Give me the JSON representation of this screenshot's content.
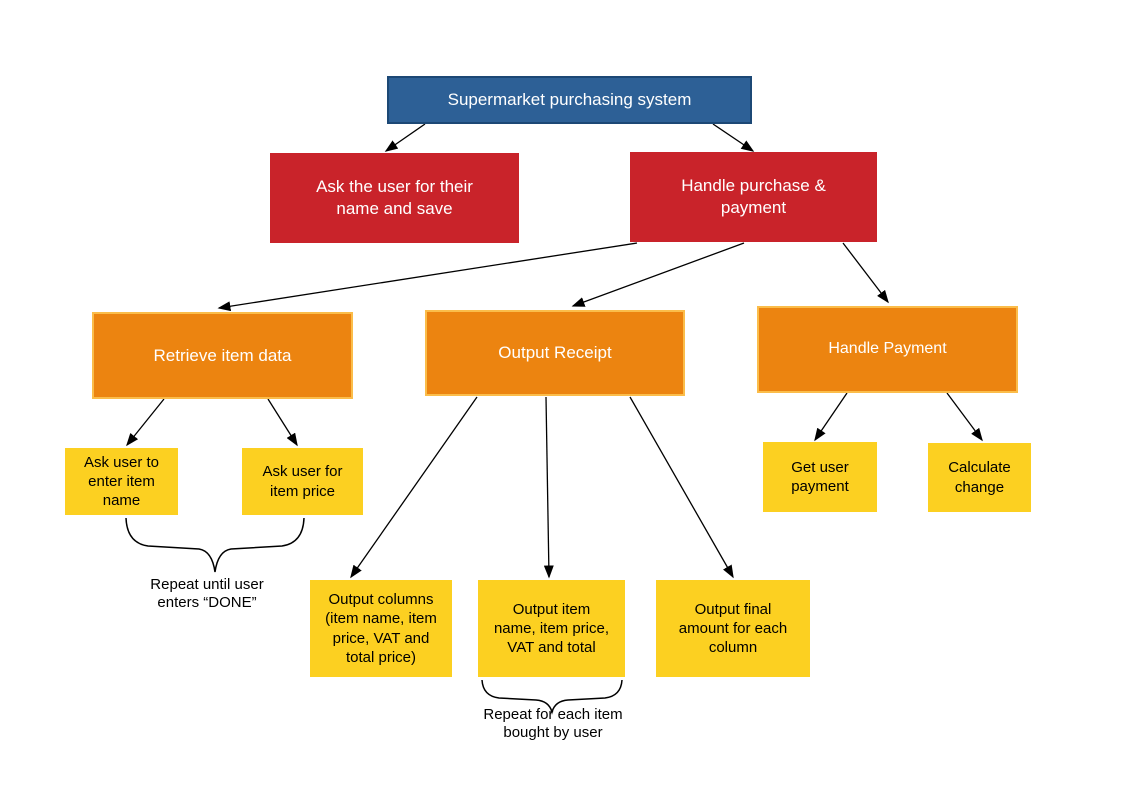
{
  "diagram": {
    "colors": {
      "root_fill": "#2d6096",
      "level1_fill": "#c9232a",
      "level2_fill": "#ec8410",
      "level2_border": "#fbbd4a",
      "level3_fill": "#fcd021",
      "edge": "#000000",
      "text_on_dark": "#ffffff",
      "text_on_yellow": "#000000"
    },
    "nodes": {
      "root": {
        "label": "Supermarket purchasing system"
      },
      "ask_name": {
        "label": "Ask the user for their\nname and save"
      },
      "handle_purchase": {
        "label": "Handle purchase &\npayment"
      },
      "retrieve_item_data": {
        "label": "Retrieve item data"
      },
      "output_receipt": {
        "label": "Output Receipt"
      },
      "handle_payment": {
        "label": "Handle Payment"
      },
      "ask_item_name": {
        "label": "Ask user to\nenter item\nname"
      },
      "ask_item_price": {
        "label": "Ask user for\nitem price"
      },
      "output_columns": {
        "label": "Output columns\n(item name, item\nprice, VAT and\ntotal price)"
      },
      "output_item_rows": {
        "label": "Output item\nname, item price,\nVAT and total"
      },
      "output_final_amount": {
        "label": "Output final\namount for each\ncolumn"
      },
      "get_payment": {
        "label": "Get user\npayment"
      },
      "calculate_change": {
        "label": "Calculate\nchange"
      }
    },
    "annotations": {
      "repeat_done": {
        "label": "Repeat until user\nenters “DONE”"
      },
      "repeat_items": {
        "label": "Repeat for each item\nbought by user"
      }
    }
  }
}
